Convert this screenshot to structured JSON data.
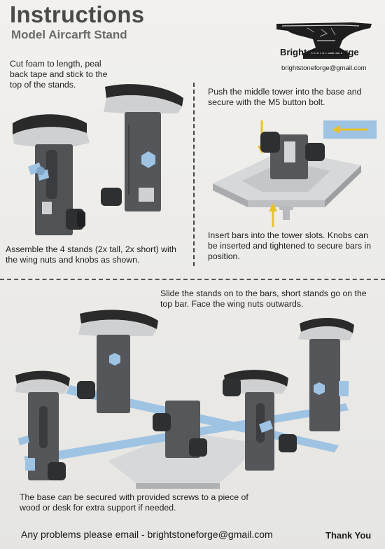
{
  "header": {
    "title": "Instructions",
    "subtitle": "Model Aircarft Stand"
  },
  "brand": {
    "name": "Brightstone Forge",
    "email": "brightstoneforge@gmail.com",
    "logo_icon": "anvil-icon"
  },
  "steps": {
    "step1": "Cut foam to length, peal back tape and stick to the top of the stands.",
    "step2": "Assemble the 4 stands (2x tall, 2x short) with the wing nuts and knobs as shown.",
    "step3": "Push the middle tower into the base and secure with the M5 button bolt.",
    "step4": "Insert bars into the tower slots. Knobs can be inserted and tightened to secure bars in position.",
    "step5": "Slide the stands on to the bars, short stands go on the top bar. Face the wing nuts outwards.",
    "step6": "The base can be secured with provided screws to a piece of wood or desk for extra support if needed."
  },
  "footer": {
    "contact": "Any problems please email - brightstoneforge@gmail.com",
    "thanks": "Thank You"
  },
  "colors": {
    "arrow": "#e8c22a",
    "bar": "#9ec3e3",
    "stand": "#56585c",
    "foam": "#2b2b2b",
    "metal": "#c9c9c9"
  }
}
